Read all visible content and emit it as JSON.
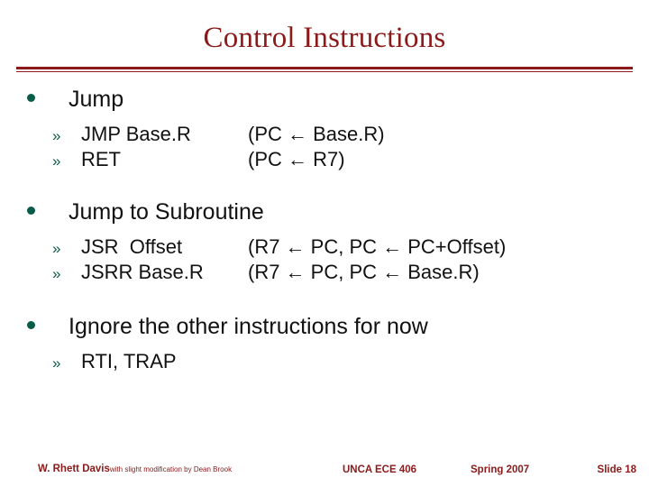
{
  "slide": {
    "title": "Control Instructions",
    "sections": [
      {
        "heading": "Jump",
        "items": [
          {
            "marker": "»",
            "op": "JMP Base.R",
            "rtl": "(PC ← Base.R)"
          },
          {
            "marker": "»",
            "op": "RET",
            "rtl": "(PC ← R7)"
          }
        ]
      },
      {
        "heading": "Jump to Subroutine",
        "items": [
          {
            "marker": "»",
            "op": "JSR  Offset",
            "rtl": "(R7 ← PC, PC ← PC+Offset)"
          },
          {
            "marker": "»",
            "op": "JSRR Base.R",
            "rtl": "(R7 ← PC, PC ← Base.R)"
          }
        ]
      },
      {
        "heading": "Ignore the other instructions for now",
        "items": [
          {
            "marker": "»",
            "op": "RTI, TRAP",
            "rtl": ""
          }
        ]
      }
    ],
    "footer": {
      "author": "W. Rhett Davis",
      "author_note": "with slight modification by Dean Brook",
      "course": "UNCA ECE 406",
      "term": "Spring 2007",
      "slide_number": "Slide 18"
    },
    "colors": {
      "title": "#8b1a1a",
      "rule": "#8b1a1a",
      "bullet": "#0a5c4a",
      "text": "#111111"
    }
  }
}
